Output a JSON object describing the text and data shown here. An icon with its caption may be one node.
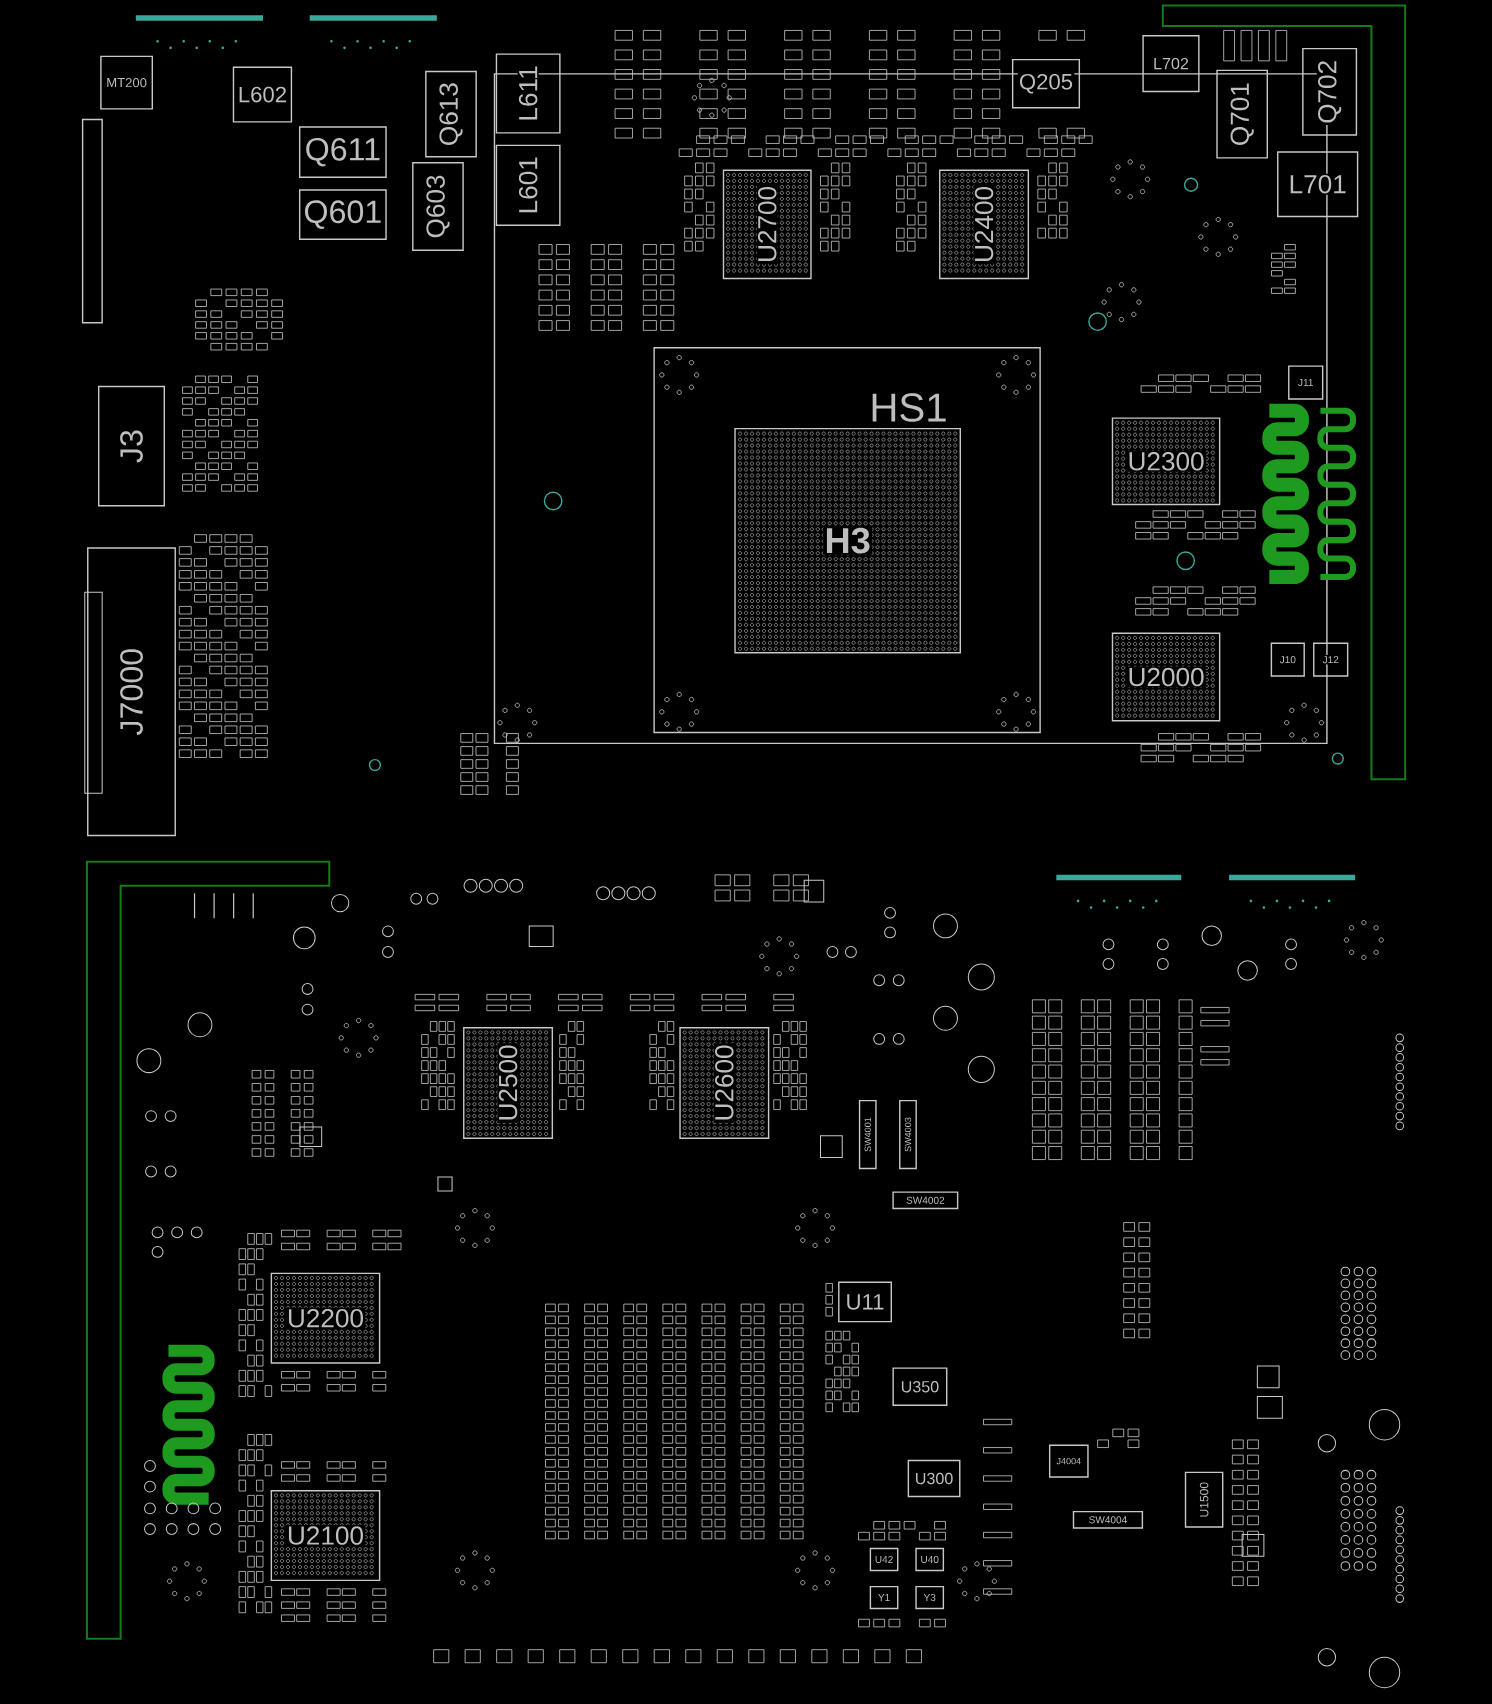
{
  "diagram": {
    "nodes": [
      {
        "text": [
          "MT200"
        ]
      },
      {
        "text": [
          "L602"
        ]
      },
      {
        "text": [
          "Q611"
        ]
      },
      {
        "text": [
          "Q613"
        ]
      },
      {
        "text": [
          "Q601"
        ]
      },
      {
        "text": [
          "Q603"
        ]
      },
      {
        "text": [
          "L611"
        ]
      },
      {
        "text": [
          "L601"
        ]
      },
      {
        "text": [
          "U2700"
        ]
      },
      {
        "text": [
          "U2400"
        ]
      },
      {
        "text": [
          "Q205"
        ]
      },
      {
        "text": [
          "L702"
        ]
      },
      {
        "text": [
          "Q702"
        ]
      },
      {
        "text": [
          "Q701"
        ]
      },
      {
        "text": [
          "L701"
        ]
      },
      {
        "text": [
          "HS1"
        ]
      },
      {
        "text": [
          "H3"
        ],
        "in": 15
      },
      {
        "text": [
          "J11"
        ]
      },
      {
        "text": [
          "U2300"
        ]
      },
      {
        "text": [
          "J3"
        ]
      },
      {
        "text": [
          "U2000"
        ]
      },
      {
        "text": [
          "J10"
        ]
      },
      {
        "text": [
          "J12"
        ]
      },
      {
        "text": [
          "J7000"
        ]
      },
      {
        "text": [
          "U2500"
        ]
      },
      {
        "text": [
          "U2600"
        ]
      },
      {
        "text": [
          "SW4001"
        ]
      },
      {
        "text": [
          "SW4003"
        ]
      },
      {
        "text": [
          "SW4002"
        ]
      },
      {
        "text": [
          "U11"
        ]
      },
      {
        "text": [
          "U2200"
        ]
      },
      {
        "text": [
          "U350"
        ]
      },
      {
        "text": [
          "J4004"
        ]
      },
      {
        "text": [
          "U300"
        ]
      },
      {
        "text": [
          "SW4004"
        ]
      },
      {
        "text": [
          "U1500"
        ]
      },
      {
        "text": [
          "U2100"
        ]
      },
      {
        "text": [
          "U42"
        ]
      },
      {
        "text": [
          "U40"
        ]
      },
      {
        "text": [
          "Y1"
        ]
      },
      {
        "text": [
          "Y3"
        ]
      }
    ]
  }
}
